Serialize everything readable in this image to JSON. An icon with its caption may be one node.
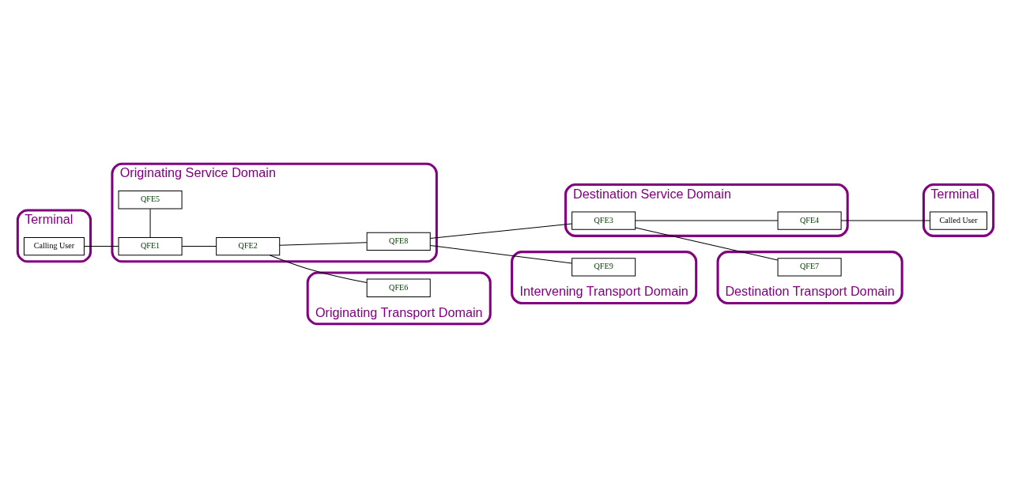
{
  "diagram": {
    "nodes": [
      {
        "text": [
          "Terminal"
        ]
      },
      {
        "text": [
          "Calling User"
        ],
        "in": 0
      },
      {
        "text": [
          "Originating Service Domain"
        ]
      },
      {
        "text": [
          "QFE5"
        ],
        "in": 2
      },
      {
        "text": [
          "QFE1"
        ],
        "in": 2
      },
      {
        "text": [
          "QFE2"
        ],
        "in": 2
      },
      {
        "text": [
          "QFE8"
        ],
        "in": 2
      },
      {
        "text": [
          "Destination Service Domain"
        ]
      },
      {
        "text": [
          "QFE3"
        ],
        "in": 7
      },
      {
        "text": [
          "QFE4"
        ],
        "in": 7
      },
      {
        "text": [
          "Terminal"
        ]
      },
      {
        "text": [
          "Called User"
        ],
        "in": 10
      },
      {
        "text": [
          "Originating Transport Domain"
        ]
      },
      {
        "text": [
          "QFE6"
        ],
        "in": 12
      },
      {
        "text": [
          "Intervening Transport Domain"
        ]
      },
      {
        "text": [
          "QFE9"
        ],
        "in": 14
      },
      {
        "text": [
          "Destination Transport Domain"
        ]
      },
      {
        "text": [
          "QFE7"
        ],
        "in": 16
      }
    ],
    "edges": [
      {
        "from": 1,
        "to": 4,
        "arrow": "none"
      },
      {
        "from": 3,
        "to": 4,
        "arrow": "none"
      },
      {
        "from": 4,
        "to": 5,
        "arrow": "none"
      },
      {
        "from": 5,
        "to": 6,
        "arrow": "none"
      },
      {
        "from": 6,
        "to": 8,
        "arrow": "none"
      },
      {
        "from": 8,
        "to": 9,
        "arrow": "none"
      },
      {
        "from": 9,
        "to": 11,
        "arrow": "none"
      },
      {
        "from": 5,
        "to": 13,
        "arrow": "none"
      },
      {
        "from": 6,
        "to": 15,
        "arrow": "none"
      },
      {
        "from": 8,
        "to": 17,
        "arrow": "none"
      }
    ]
  }
}
